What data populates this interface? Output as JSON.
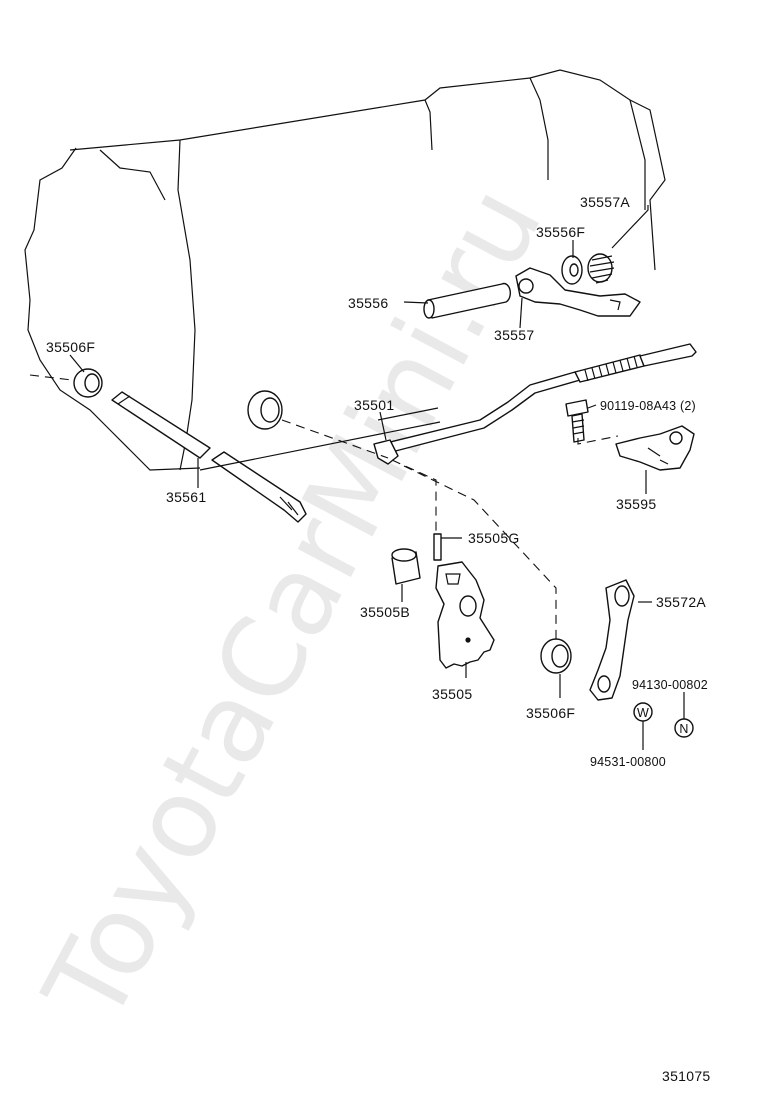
{
  "watermark": "ToyotaCarMini.ru",
  "diagram_id": "351075",
  "labels": {
    "p35557A": "35557A",
    "p35556F": "35556F",
    "p35556": "35556",
    "p35557": "35557",
    "p35506F_top": "35506F",
    "p35501": "35501",
    "p90119": "90119-08A43 (2)",
    "p35561": "35561",
    "p35595": "35595",
    "p35505G": "35505G",
    "p35572A": "35572A",
    "p35505B": "35505B",
    "p94130": "94130-00802",
    "p35505": "35505",
    "p35506F_bottom": "35506F",
    "p94531": "94531-00800",
    "symbol_w": "W",
    "symbol_n": "N"
  }
}
